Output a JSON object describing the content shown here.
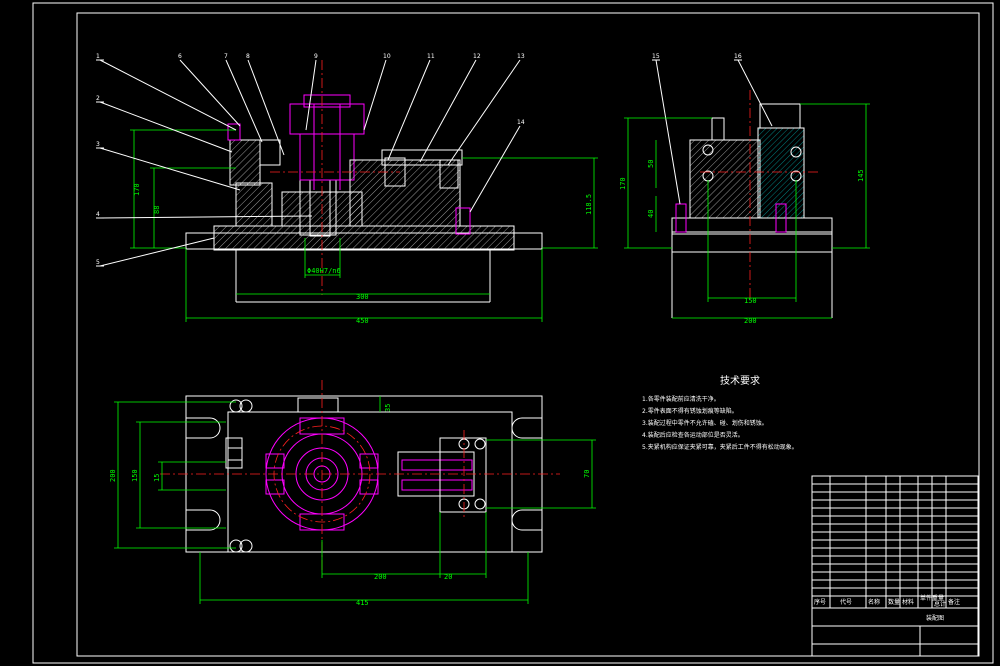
{
  "drawing": {
    "part_balloons": [
      "1",
      "2",
      "3",
      "4",
      "5",
      "6",
      "7",
      "8",
      "9",
      "10",
      "11",
      "12",
      "13",
      "14",
      "15",
      "16"
    ],
    "front_view": {
      "dims": {
        "height_total": "170",
        "height_mid": "88",
        "height_right": "118.5",
        "width_inner": "300",
        "width_total": "450",
        "bore": "Φ40H7/n6"
      }
    },
    "side_view": {
      "dims": {
        "h_left": "170",
        "h_small": "50",
        "h_base": "40",
        "h_right": "145",
        "w_inner": "150",
        "w_total": "200"
      }
    },
    "top_view": {
      "dims": {
        "w_total": "415",
        "w_part": "200",
        "w_small": "20",
        "h_total": "200",
        "h_mid": "150",
        "h_small": "15",
        "right_h": "70",
        "top_dim": "35"
      }
    },
    "tech_requirements": {
      "title": "技术要求",
      "items": [
        "1.各零件装配前应清洗干净。",
        "2.零件表面不得有锈蚀划痕等缺陷。",
        "3.装配过程中零件不允许磕、碰、划伤和锈蚀。",
        "4.装配后应检查各运动部位是否灵活。",
        "5.夹紧机构应保证夹紧可靠，夹紧后工件不得有松动现象。"
      ]
    },
    "title_block": {
      "headers": [
        "序号",
        "代号",
        "名称",
        "数量",
        "材料",
        "单件重量",
        "总计",
        "备注"
      ],
      "school": "装配图"
    }
  }
}
